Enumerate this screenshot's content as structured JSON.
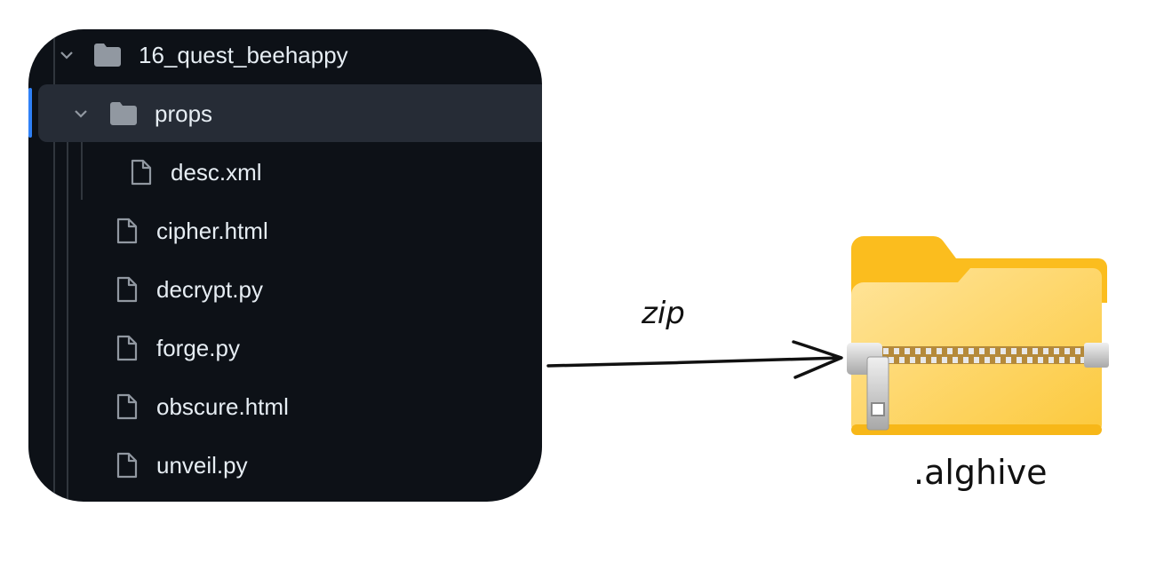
{
  "tree": {
    "root": {
      "name": "16_quest_beehappy",
      "icon": "folder-icon",
      "expanded": true
    },
    "folder": {
      "name": "props",
      "icon": "folder-icon",
      "expanded": true,
      "children": [
        {
          "name": "desc.xml",
          "icon": "file-icon"
        }
      ]
    },
    "files": [
      {
        "name": "cipher.html",
        "icon": "file-icon"
      },
      {
        "name": "decrypt.py",
        "icon": "file-icon"
      },
      {
        "name": "forge.py",
        "icon": "file-icon"
      },
      {
        "name": "obscure.html",
        "icon": "file-icon"
      },
      {
        "name": "unveil.py",
        "icon": "file-icon"
      }
    ]
  },
  "arrow_label": "zip",
  "archive": {
    "label": ".alghive",
    "icon": "zip-folder-icon"
  },
  "colors": {
    "panel_bg": "#0d1117",
    "highlight": "#262c36",
    "text": "#e6edf3",
    "accent": "#2f81f7",
    "folder": "#fbc02d"
  }
}
